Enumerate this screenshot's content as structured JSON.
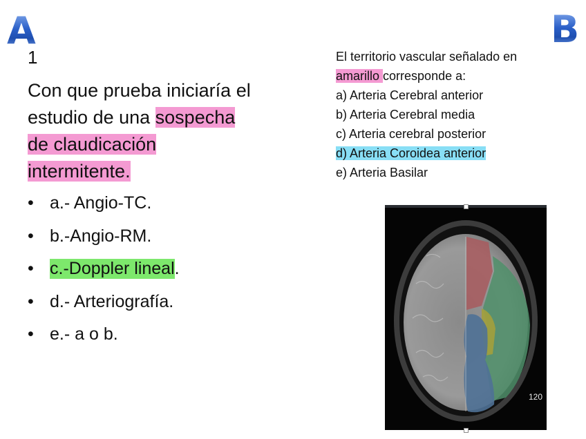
{
  "panel_a": {
    "logo_letter": "A",
    "question_number": "1",
    "question_text_plain": "Con que prueba iniciaría el estudio de una ",
    "question_text_highlight_l1": "sospecha ",
    "question_text_highlight_l2": "de claudicación ",
    "question_text_highlight_l3": "intermitente.",
    "options": [
      {
        "bullet": "•",
        "label": "a.- Angio-TC.",
        "highlighted": false
      },
      {
        "bullet": "•",
        "label": "b.-Angio-RM.",
        "highlighted": false
      },
      {
        "bullet": "•",
        "label": "c.-Doppler lineal",
        "suffix": ".",
        "highlighted": true
      },
      {
        "bullet": "•",
        "label": "d.- Arteriografía.",
        "highlighted": false
      },
      {
        "bullet": "•",
        "label": "e.- a o b.",
        "highlighted": false
      }
    ]
  },
  "panel_b": {
    "logo_letter": "B",
    "question_line1": "El territorio vascular señalado en",
    "question_highlight": "amarillo ",
    "question_line2_rest": "corresponde a:",
    "options": [
      {
        "label": "a) Arteria Cerebral anterior",
        "highlighted": false
      },
      {
        "label": "b) Arteria Cerebral media",
        "highlighted": false
      },
      {
        "label": "c) Arteria cerebral posterior",
        "highlighted": false
      },
      {
        "label": "d) Arteria Coroidea anterior",
        "highlighted": true
      },
      {
        "label": "e) Arteria Basilar",
        "highlighted": false
      }
    ],
    "image": {
      "slice_number": "120",
      "regions": {
        "anterior": "#a85a5e",
        "middle": "#4f8f6a",
        "posterior": "#4f7196",
        "choroidal": "#a3a03c"
      }
    }
  },
  "colors": {
    "highlight_pink": "#f49ad2",
    "highlight_green": "#7de86c",
    "highlight_cyan": "#88def5",
    "logo_blue": "#2f62c4"
  }
}
